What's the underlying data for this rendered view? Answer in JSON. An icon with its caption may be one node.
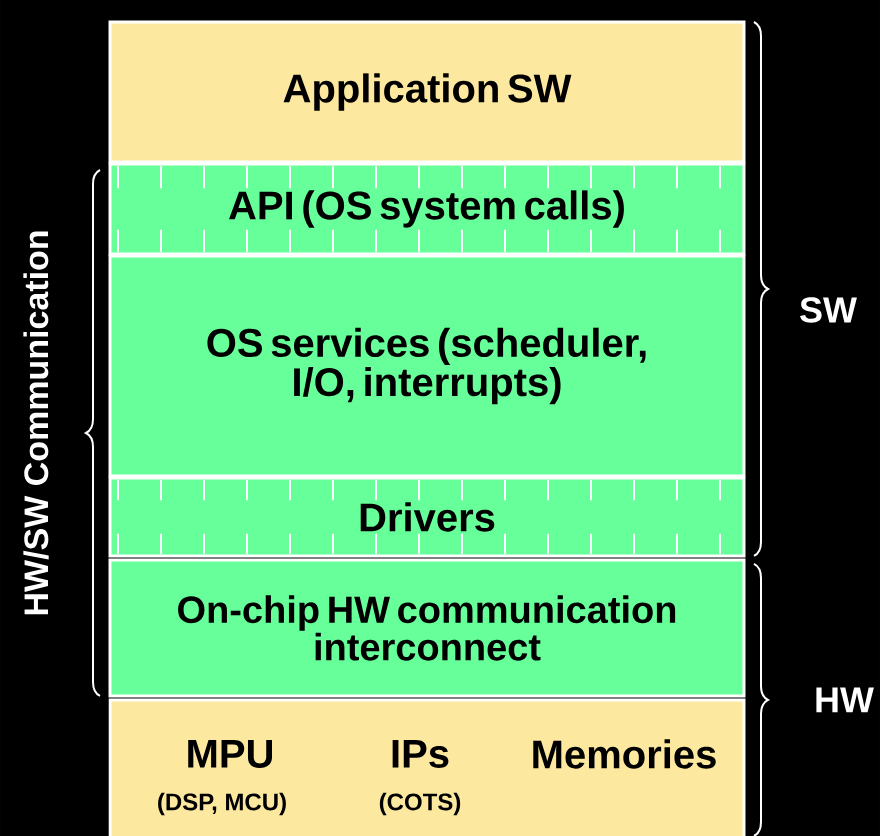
{
  "diagram": {
    "nodes": [
      {
        "text": [
          "Application SW"
        ]
      },
      {
        "text": [
          "API (OS system calls)"
        ]
      },
      {
        "text": [
          "OS services (scheduler, I/O, interrupts)"
        ]
      },
      {
        "text": [
          "Drivers"
        ]
      },
      {
        "text": [
          "On-chip HW communication interconnect"
        ]
      },
      {
        "text": [
          "MPU",
          "(DSP, MCU)",
          "IPs",
          "(COTS)",
          "Memories"
        ]
      }
    ],
    "labels": [
      "HW/SW Communication",
      "SW",
      "HW"
    ]
  }
}
